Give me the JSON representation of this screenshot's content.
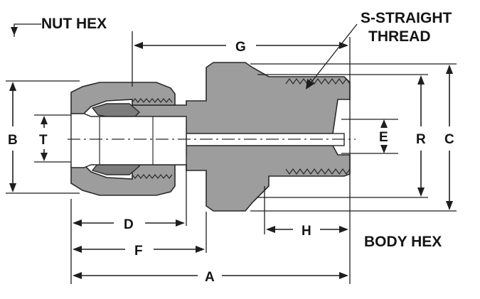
{
  "labels": {
    "nut_hex": "NUT HEX",
    "s_straight_thread_line1": "S-STRAIGHT",
    "s_straight_thread_line2": "THREAD",
    "body_hex": "BODY HEX",
    "dim_a": "A",
    "dim_b": "B",
    "dim_c": "C",
    "dim_d": "D",
    "dim_e": "E",
    "dim_f": "F",
    "dim_g": "G",
    "dim_h": "H",
    "dim_r": "R",
    "dim_t": "T"
  },
  "colors": {
    "metal": "#9d9d9d",
    "metal_dark": "#7c7c7c",
    "line": "#1e1e1e",
    "background": "#ffffff"
  }
}
